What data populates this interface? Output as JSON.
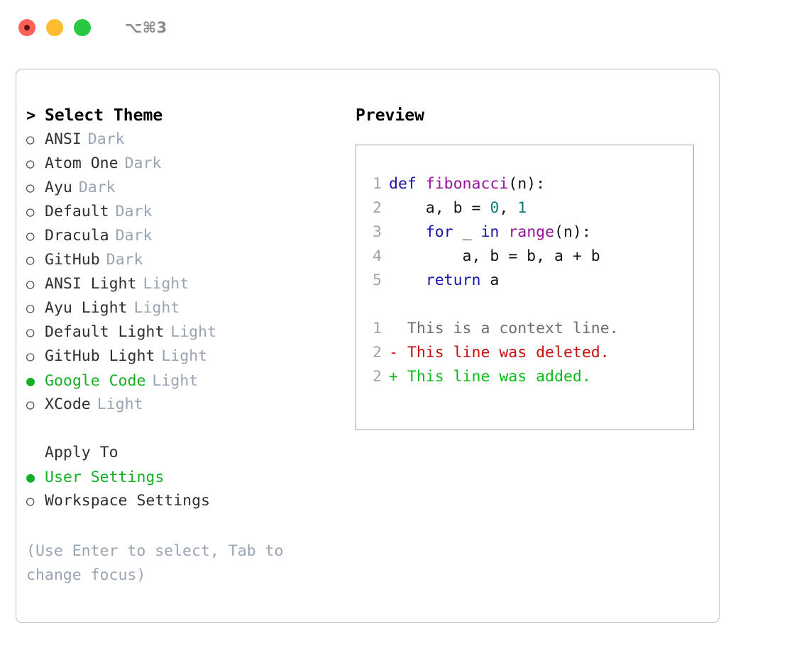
{
  "window": {
    "shortcut_label": "⌥⌘3",
    "traffic_lights": [
      "close-red",
      "minimize-yellow",
      "zoom-green"
    ]
  },
  "theme_picker": {
    "caret": ">",
    "heading": "Select Theme",
    "marker_unselected": "○",
    "marker_selected": "●",
    "items": [
      {
        "name": "ANSI",
        "kind": "Dark",
        "selected": false
      },
      {
        "name": "Atom One",
        "kind": "Dark",
        "selected": false
      },
      {
        "name": "Ayu",
        "kind": "Dark",
        "selected": false
      },
      {
        "name": "Default",
        "kind": "Dark",
        "selected": false
      },
      {
        "name": "Dracula",
        "kind": "Dark",
        "selected": false
      },
      {
        "name": "GitHub",
        "kind": "Dark",
        "selected": false
      },
      {
        "name": "ANSI Light",
        "kind": "Light",
        "selected": false
      },
      {
        "name": "Ayu Light",
        "kind": "Light",
        "selected": false
      },
      {
        "name": "Default Light",
        "kind": "Light",
        "selected": false
      },
      {
        "name": "GitHub Light",
        "kind": "Light",
        "selected": false
      },
      {
        "name": "Google Code",
        "kind": "Light",
        "selected": true
      },
      {
        "name": "XCode",
        "kind": "Light",
        "selected": false
      }
    ]
  },
  "apply_to": {
    "label": "Apply To",
    "options": [
      {
        "name": "User Settings",
        "selected": true
      },
      {
        "name": "Workspace Settings",
        "selected": false
      }
    ]
  },
  "hint": "(Use Enter to select, Tab to change focus)",
  "preview": {
    "title": "Preview",
    "code_lines": [
      {
        "num": "1",
        "segments": [
          {
            "t": "def ",
            "c": "kw"
          },
          {
            "t": "fibonacci",
            "c": "fn"
          },
          {
            "t": "(n):",
            "c": "pl"
          }
        ]
      },
      {
        "num": "2",
        "segments": [
          {
            "t": "    a, b = ",
            "c": "pl"
          },
          {
            "t": "0",
            "c": "num"
          },
          {
            "t": ", ",
            "c": "pl"
          },
          {
            "t": "1",
            "c": "num"
          }
        ]
      },
      {
        "num": "3",
        "segments": [
          {
            "t": "    ",
            "c": "pl"
          },
          {
            "t": "for",
            "c": "kw"
          },
          {
            "t": " _ ",
            "c": "pl"
          },
          {
            "t": "in",
            "c": "kw"
          },
          {
            "t": " ",
            "c": "pl"
          },
          {
            "t": "range",
            "c": "fn"
          },
          {
            "t": "(n):",
            "c": "pl"
          }
        ]
      },
      {
        "num": "4",
        "segments": [
          {
            "t": "        a, b = b, a + b",
            "c": "pl"
          }
        ]
      },
      {
        "num": "5",
        "segments": [
          {
            "t": "    ",
            "c": "pl"
          },
          {
            "t": "return",
            "c": "kw"
          },
          {
            "t": " a",
            "c": "pl"
          }
        ]
      }
    ],
    "diff_lines": [
      {
        "num": "1",
        "sign": " ",
        "text": " This is a context line.",
        "c": "ctx"
      },
      {
        "num": "2",
        "sign": "-",
        "text": " This line was deleted.",
        "c": "del"
      },
      {
        "num": "2",
        "sign": "+",
        "text": " This line was added.",
        "c": "add"
      }
    ]
  },
  "colors": {
    "accent_green": "#12b022",
    "muted": "#9aa4b2",
    "keyword": "#1b16a8",
    "function": "#96129a",
    "number": "#0a7d77",
    "deleted": "#c90d0d",
    "added": "#0bbb18",
    "border": "#b9c0cb"
  }
}
